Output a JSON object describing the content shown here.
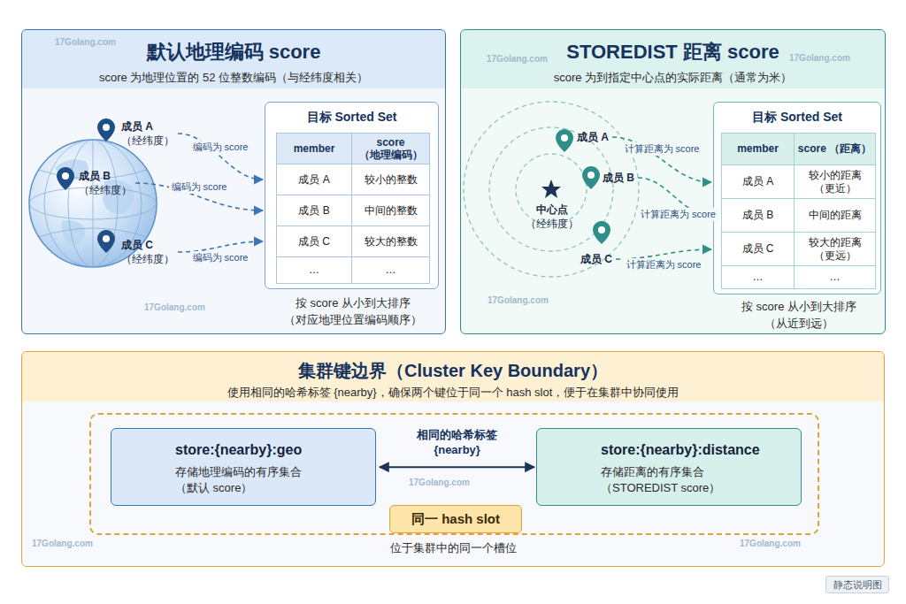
{
  "diagram": {
    "nodes": [
      {
        "text": [
          "默认地理编码 score",
          "score 为地理位置的 52 位整数编码（与经纬度相关）"
        ]
      },
      {
        "text": [
          "成员 A",
          "（经纬度）"
        ],
        "in": 0
      },
      {
        "text": [
          "成员 B",
          "（经纬度）"
        ],
        "in": 0
      },
      {
        "text": [
          "成员 C",
          "（经纬度）"
        ],
        "in": 0
      },
      {
        "text": [
          "目标 Sorted Set"
        ],
        "in": 0
      },
      {
        "text": [
          "STOREDIST 距离 score",
          "score 为到指定中心点的实际距离（通常为米）"
        ]
      },
      {
        "text": [
          "中心点",
          "（经纬度）"
        ],
        "in": 5
      },
      {
        "text": [
          "成员 A"
        ],
        "in": 5
      },
      {
        "text": [
          "成员 B"
        ],
        "in": 5
      },
      {
        "text": [
          "成员 C"
        ],
        "in": 5
      },
      {
        "text": [
          "目标 Sorted Set"
        ],
        "in": 5
      },
      {
        "text": [
          "集群键边界（Cluster Key Boundary）",
          "使用相同的哈希标签 {nearby}，确保两个键位于同一个 hash slot，便于在集群中协同使用"
        ]
      },
      {
        "text": [
          "同一 hash slot"
        ],
        "in": 11
      },
      {
        "text": [
          "store:{nearby}:geo",
          "存储地理编码的有序集合 （默认 score）"
        ],
        "in": 12
      },
      {
        "text": [
          "store:{nearby}:distance",
          "存储距离的有序集合 （STOREDIST score）"
        ],
        "in": 12
      }
    ],
    "edges": [
      {
        "from": 1,
        "to": 4,
        "arrow": "to",
        "label": "编码为 score"
      },
      {
        "from": 2,
        "to": 4,
        "arrow": "to",
        "label": "编码为 score"
      },
      {
        "from": 3,
        "to": 4,
        "arrow": "to",
        "label": "编码为 score"
      },
      {
        "from": 7,
        "to": 10,
        "arrow": "to",
        "label": "计算距离为 score"
      },
      {
        "from": 8,
        "to": 10,
        "arrow": "to",
        "label": "计算距离为 score"
      },
      {
        "from": 9,
        "to": 10,
        "arrow": "to",
        "label": "计算距离为 score"
      },
      {
        "from": 13,
        "to": 14,
        "arrow": "both",
        "label": "相同的哈希标签 {nearby}"
      }
    ],
    "labels": [
      "member",
      "score （地理编码）",
      "成员 A",
      "较小的整数",
      "成员 B",
      "中间的整数",
      "成员 C",
      "较大的整数",
      "…",
      "…",
      "按 score 从小到大排序 （对应地理位置编码顺序）",
      "member",
      "score （距离）",
      "成员 A",
      "较小的距离 （更近）",
      "成员 B",
      "中间的距离",
      "成员 C",
      "较大的距离 （更远）",
      "…",
      "…",
      "按 score 从小到大排序 （从近到远）",
      "位于集群中的同一个槽位",
      "17Golang.com",
      "17Golang.com",
      "17Golang.com",
      "17Golang.com",
      "17Golang.com",
      "17Golang.com",
      "17Golang.com",
      "17Golang.com",
      "静态说明图"
    ]
  }
}
